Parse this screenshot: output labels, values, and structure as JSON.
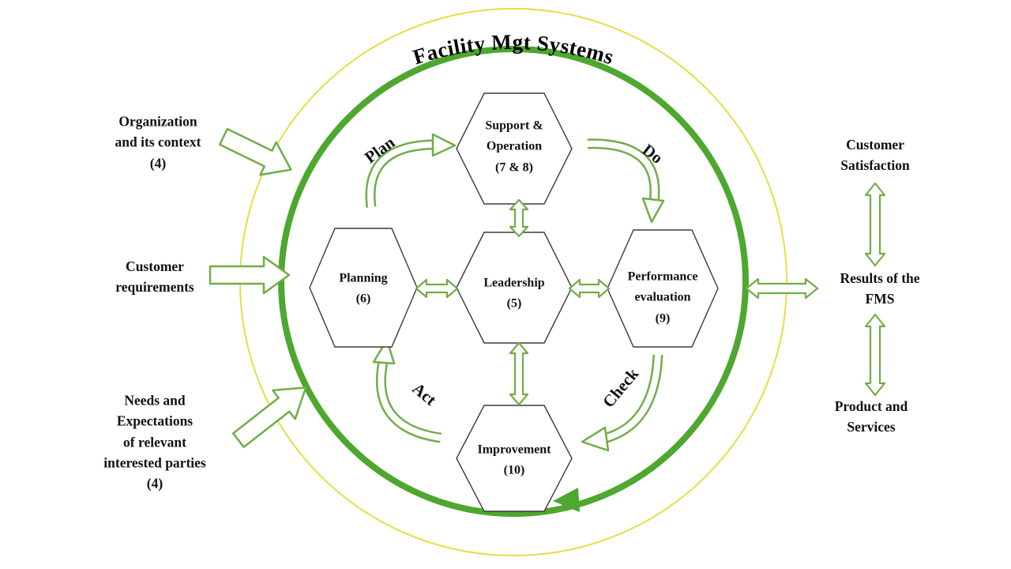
{
  "title": "Facility Mgt Systems",
  "colors": {
    "outer_ring": "#e6de45",
    "cycle_ring": "#4ea72e",
    "arrow_green": "#70ad47",
    "hexagon_stroke": "#3b3b3b",
    "text": "#111111"
  },
  "hexagons": {
    "support": "Support &\nOperation\n(7 & 8)",
    "planning": "Planning\n(6)",
    "leadership": "Leadership\n(5)",
    "performance": "Performance\nevaluation\n(9)",
    "improvement": "Improvement\n(10)"
  },
  "cycle": {
    "plan": "Plan",
    "do": "Do",
    "check": "Check",
    "act": "Act"
  },
  "left_labels": {
    "organization": "Organization\nand its context\n(4)",
    "customer_requirements": "Customer\nrequirements",
    "needs": "Needs and\nExpectations\nof relevant\ninterested parties\n(4)"
  },
  "right_labels": {
    "customer_satisfaction": "Customer\nSatisfaction",
    "results": "Results of the\nFMS",
    "products": "Product and\nServices"
  }
}
